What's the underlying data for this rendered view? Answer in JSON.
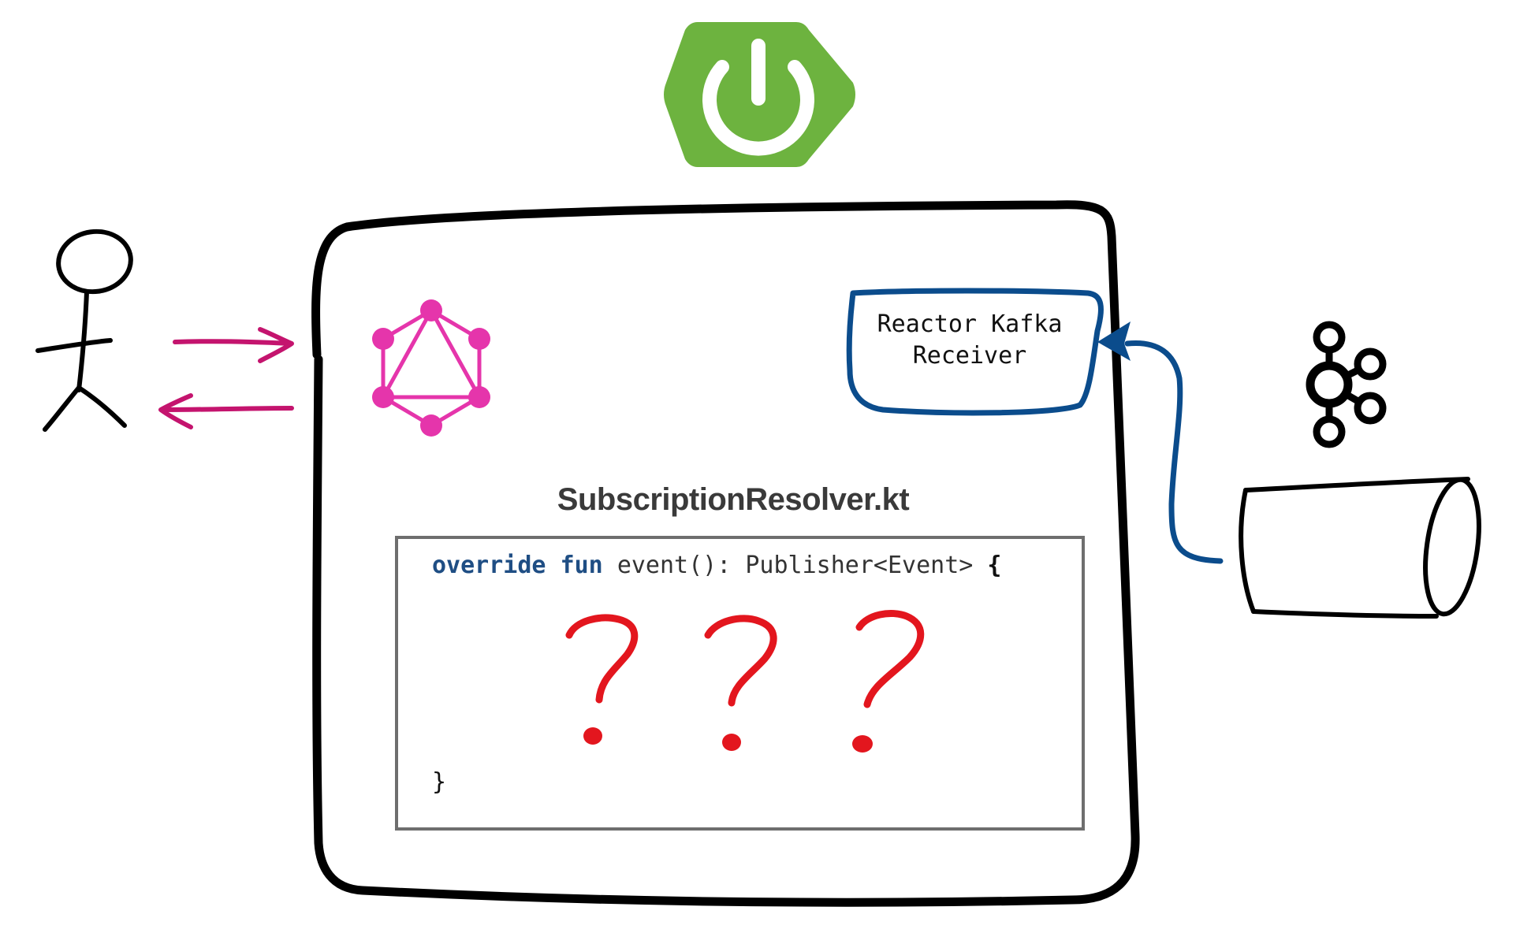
{
  "diagram": {
    "file_title": "SubscriptionResolver.kt",
    "receiver": {
      "line1": "Reactor Kafka",
      "line2": "Receiver"
    },
    "code": {
      "keyword_override": "override",
      "keyword_fun": "fun",
      "signature": "event(): Publisher<Event>",
      "open_brace": "{",
      "close_brace": "}",
      "unknown_marks": [
        "?",
        "?",
        "?"
      ]
    },
    "icons": {
      "top_logo": "spring-boot-icon",
      "graph_logo": "graphql-icon",
      "stream_logo": "kafka-icon",
      "actor": "user-stick-figure-icon",
      "topic": "kafka-topic-cylinder-icon"
    },
    "colors": {
      "spring_green": "#6db33f",
      "graphql_pink": "#e535ab",
      "arrow_magenta": "#c4146e",
      "receiver_blue": "#0b4c8c",
      "question_red": "#e3161e",
      "code_box_gray": "#6e6e6e",
      "keyword_blue": "#1f4e84"
    }
  }
}
